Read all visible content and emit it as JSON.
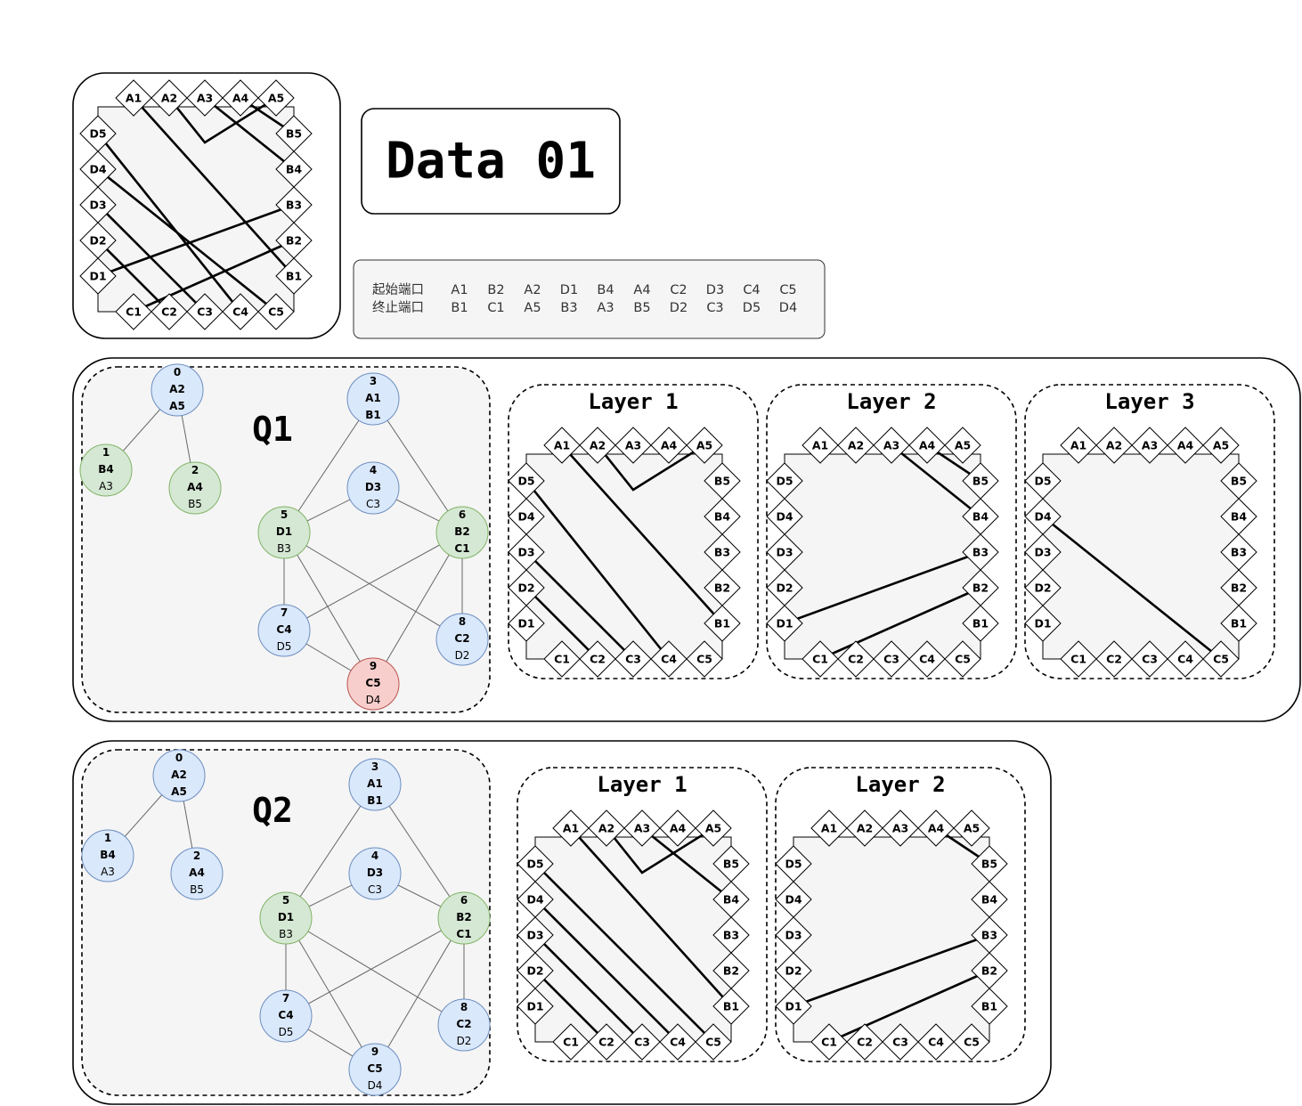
{
  "title": "Data 01",
  "ports_table": {
    "start_label": "起始端口",
    "end_label": "终止端口",
    "start": [
      "A1",
      "B2",
      "A2",
      "D1",
      "B4",
      "A4",
      "C2",
      "D3",
      "C4",
      "C5"
    ],
    "end": [
      "B1",
      "C1",
      "A5",
      "B3",
      "A3",
      "B5",
      "D2",
      "C3",
      "D5",
      "D4"
    ]
  },
  "port_names": {
    "top": [
      "A1",
      "A2",
      "A3",
      "A4",
      "A5"
    ],
    "right": [
      "B5",
      "B4",
      "B3",
      "B2",
      "B1"
    ],
    "bottom": [
      "C1",
      "C2",
      "C3",
      "C4",
      "C5"
    ],
    "left": [
      "D5",
      "D4",
      "D3",
      "D2",
      "D1"
    ]
  },
  "overview_wires": [
    {
      "from": "A1",
      "to": "B1"
    },
    {
      "from": "B2",
      "to": "C1"
    },
    {
      "from": "A2",
      "to": "A5",
      "via": "center"
    },
    {
      "from": "D1",
      "to": "B3"
    },
    {
      "from": "B4",
      "to": "A3"
    },
    {
      "from": "A4",
      "to": "B5"
    },
    {
      "from": "C2",
      "to": "D2"
    },
    {
      "from": "D3",
      "to": "C3"
    },
    {
      "from": "C4",
      "to": "D5"
    },
    {
      "from": "C5",
      "to": "D4"
    }
  ],
  "colors": {
    "node_blue": "#dae8fc",
    "node_blue_stroke": "#6c8ebf",
    "node_green": "#d5e8d4",
    "node_green_stroke": "#82b366",
    "node_red": "#f8cecc",
    "node_red_stroke": "#b85450",
    "panel_fill": "#f5f5f5"
  },
  "questions": [
    {
      "label": "Q1",
      "nodes": [
        {
          "id": "0",
          "a": "A2",
          "b": "A5",
          "b_bold": true,
          "color": "blue"
        },
        {
          "id": "1",
          "a": "B4",
          "b": "A3",
          "b_bold": false,
          "color": "green"
        },
        {
          "id": "2",
          "a": "A4",
          "b": "B5",
          "b_bold": false,
          "color": "green"
        },
        {
          "id": "3",
          "a": "A1",
          "b": "B1",
          "b_bold": true,
          "color": "blue"
        },
        {
          "id": "4",
          "a": "D3",
          "b": "C3",
          "b_bold": false,
          "color": "blue"
        },
        {
          "id": "5",
          "a": "D1",
          "b": "B3",
          "b_bold": false,
          "color": "green"
        },
        {
          "id": "6",
          "a": "B2",
          "b": "C1",
          "b_bold": true,
          "color": "green"
        },
        {
          "id": "7",
          "a": "C4",
          "b": "D5",
          "b_bold": false,
          "color": "blue"
        },
        {
          "id": "8",
          "a": "C2",
          "b": "D2",
          "b_bold": false,
          "color": "blue"
        },
        {
          "id": "9",
          "a": "C5",
          "b": "D4",
          "b_bold": false,
          "color": "red"
        }
      ],
      "edges": [
        [
          "0",
          "1"
        ],
        [
          "0",
          "2"
        ],
        [
          "3",
          "5"
        ],
        [
          "3",
          "6"
        ],
        [
          "4",
          "5"
        ],
        [
          "4",
          "6"
        ],
        [
          "5",
          "7"
        ],
        [
          "5",
          "8"
        ],
        [
          "5",
          "9"
        ],
        [
          "6",
          "7"
        ],
        [
          "6",
          "8"
        ],
        [
          "6",
          "9"
        ],
        [
          "7",
          "9"
        ]
      ],
      "layers": [
        {
          "title": "Layer 1",
          "wires": [
            {
              "from": "A1",
              "to": "B1"
            },
            {
              "from": "A2",
              "to": "A5",
              "via": "center"
            },
            {
              "from": "D5",
              "to": "C4"
            },
            {
              "from": "D3",
              "to": "C3"
            },
            {
              "from": "D2",
              "to": "C2"
            }
          ]
        },
        {
          "title": "Layer 2",
          "wires": [
            {
              "from": "A3",
              "to": "B4"
            },
            {
              "from": "A4",
              "to": "B5"
            },
            {
              "from": "D1",
              "to": "B3"
            },
            {
              "from": "C1",
              "to": "B2"
            }
          ]
        },
        {
          "title": "Layer 3",
          "wires": [
            {
              "from": "D4",
              "to": "C5"
            }
          ]
        }
      ]
    },
    {
      "label": "Q2",
      "nodes": [
        {
          "id": "0",
          "a": "A2",
          "b": "A5",
          "b_bold": true,
          "color": "blue"
        },
        {
          "id": "1",
          "a": "B4",
          "b": "A3",
          "b_bold": false,
          "color": "blue"
        },
        {
          "id": "2",
          "a": "A4",
          "b": "B5",
          "b_bold": false,
          "color": "blue"
        },
        {
          "id": "3",
          "a": "A1",
          "b": "B1",
          "b_bold": true,
          "color": "blue"
        },
        {
          "id": "4",
          "a": "D3",
          "b": "C3",
          "b_bold": false,
          "color": "blue"
        },
        {
          "id": "5",
          "a": "D1",
          "b": "B3",
          "b_bold": false,
          "color": "green"
        },
        {
          "id": "6",
          "a": "B2",
          "b": "C1",
          "b_bold": true,
          "color": "green"
        },
        {
          "id": "7",
          "a": "C4",
          "b": "D5",
          "b_bold": false,
          "color": "blue"
        },
        {
          "id": "8",
          "a": "C2",
          "b": "D2",
          "b_bold": false,
          "color": "blue"
        },
        {
          "id": "9",
          "a": "C5",
          "b": "D4",
          "b_bold": false,
          "color": "blue"
        }
      ],
      "edges": [
        [
          "0",
          "1"
        ],
        [
          "0",
          "2"
        ],
        [
          "3",
          "5"
        ],
        [
          "3",
          "6"
        ],
        [
          "4",
          "5"
        ],
        [
          "4",
          "6"
        ],
        [
          "5",
          "7"
        ],
        [
          "5",
          "8"
        ],
        [
          "5",
          "9"
        ],
        [
          "6",
          "7"
        ],
        [
          "6",
          "8"
        ],
        [
          "6",
          "9"
        ],
        [
          "7",
          "9"
        ]
      ],
      "layers": [
        {
          "title": "Layer 1",
          "wires": [
            {
              "from": "A1",
              "to": "B1"
            },
            {
              "from": "A2",
              "to": "A5",
              "via": "center"
            },
            {
              "from": "A3",
              "to": "B4"
            },
            {
              "from": "D5",
              "to": "C5"
            },
            {
              "from": "D4",
              "to": "C4"
            },
            {
              "from": "D3",
              "to": "C3"
            },
            {
              "from": "D2",
              "to": "C2"
            }
          ]
        },
        {
          "title": "Layer 2",
          "wires": [
            {
              "from": "A4",
              "to": "B5"
            },
            {
              "from": "D1",
              "to": "B3"
            },
            {
              "from": "C1",
              "to": "B2"
            }
          ]
        }
      ]
    }
  ]
}
